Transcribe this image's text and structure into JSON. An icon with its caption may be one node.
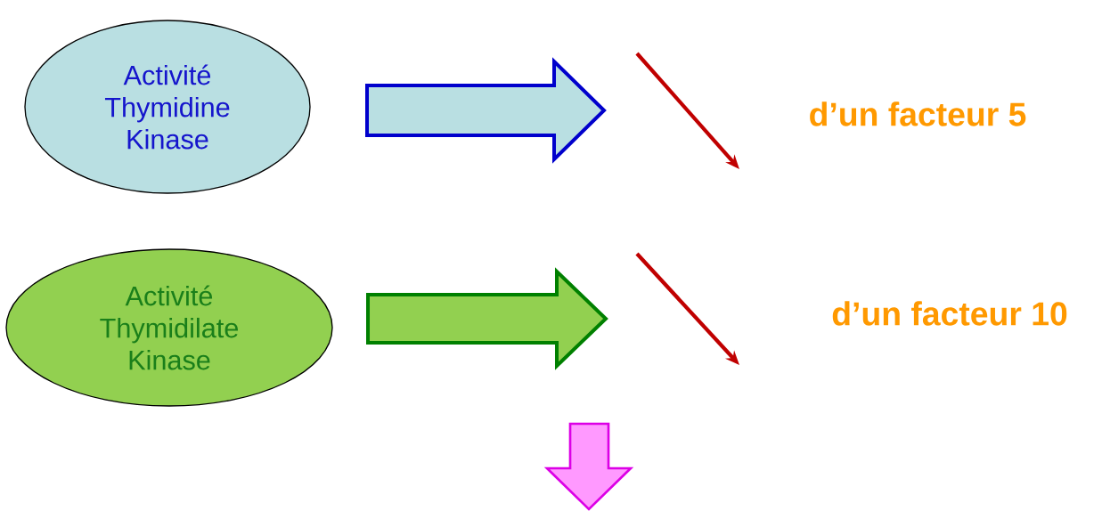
{
  "diagram": {
    "nodes": [
      {
        "text": [
          "Activité Thymidine Kinase"
        ]
      },
      {
        "text": [
          "Activité Thymidilate Kinase"
        ]
      }
    ],
    "labels": [
      "d’un facteur 5",
      "d’un facteur 10"
    ]
  }
}
